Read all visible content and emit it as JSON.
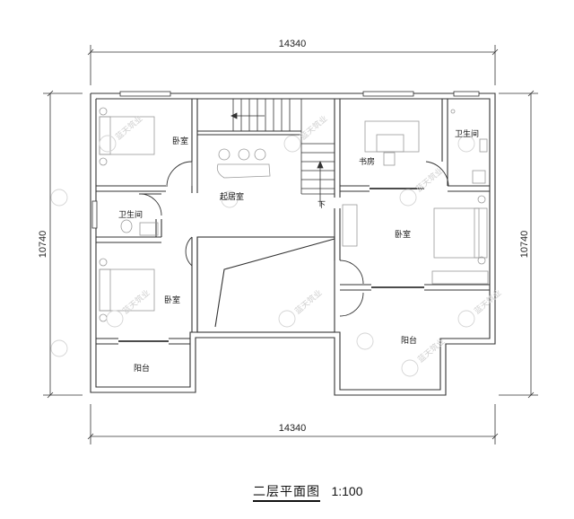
{
  "drawing": {
    "title": "二层平面图",
    "scale": "1:100",
    "dimensions": {
      "top_width": "14340",
      "bottom_width": "14340",
      "left_height": "10740",
      "right_height": "10740"
    },
    "rooms": [
      {
        "id": "bedroom-nw",
        "label": "卧室"
      },
      {
        "id": "living-room",
        "label": "起居室"
      },
      {
        "id": "study",
        "label": "书房"
      },
      {
        "id": "bathroom-ne",
        "label": "卫生间"
      },
      {
        "id": "bathroom-w",
        "label": "卫生间"
      },
      {
        "id": "bedroom-e",
        "label": "卧室"
      },
      {
        "id": "bedroom-sw",
        "label": "卧室"
      },
      {
        "id": "balcony-sw",
        "label": "阳台"
      },
      {
        "id": "balcony-se",
        "label": "阳台"
      }
    ],
    "stair_direction_label": "下",
    "watermark": "蓝天筑业"
  },
  "colors": {
    "wall": "#333333",
    "furniture": "#9a9a9a",
    "watermark": "#cfcfcf",
    "background": "#ffffff"
  }
}
